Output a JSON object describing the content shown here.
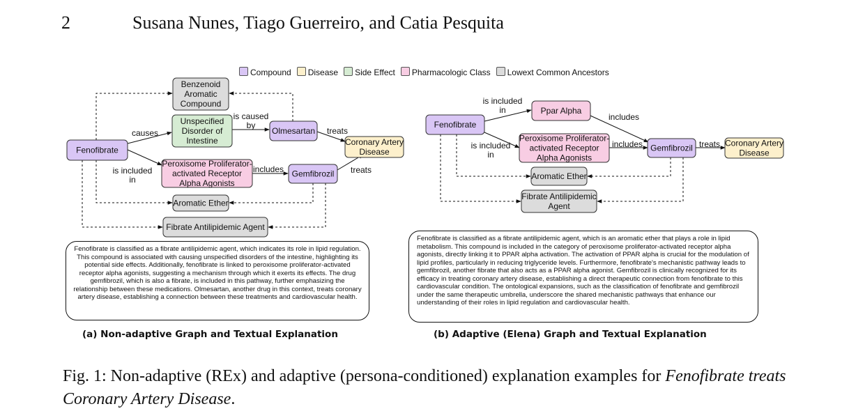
{
  "header": {
    "page_number": "2",
    "authors": "Susana Nunes, Tiago Guerreiro, and Catia Pesquita"
  },
  "legend": [
    {
      "label": "Compound",
      "color": "#d9c6f5"
    },
    {
      "label": "Disease",
      "color": "#fdf0cc"
    },
    {
      "label": "Side Effect",
      "color": "#d6ecd3"
    },
    {
      "label": "Pharmacologic Class",
      "color": "#f8cde3"
    },
    {
      "label": "Lowext Common Ancestors",
      "color": "#dcdcdc"
    }
  ],
  "graph_a": {
    "nodes": {
      "fenofibrate": [
        "Fenofibrate"
      ],
      "benzenoid": [
        "Benzenoid",
        "Aromatic",
        "Compound"
      ],
      "unspecified": [
        "Unspecified",
        "Disorder of",
        "Intestine"
      ],
      "olmesartan": [
        "Olmesartan"
      ],
      "cad": [
        "Coronary Artery",
        "Disease"
      ],
      "ppar": [
        "Peroxisome Proliferator-",
        "activated Receptor",
        "Alpha Agonists"
      ],
      "gemfibrozil": [
        "Gemfibrozil"
      ],
      "aromatic_ether": [
        "Aromatic Ether"
      ],
      "fibrate_agent": [
        "Fibrate Antilipidemic Agent"
      ]
    },
    "edge_labels": {
      "causes": [
        "causes"
      ],
      "is_caused_by": [
        "is caused",
        "by"
      ],
      "treats_olm": [
        "treats"
      ],
      "is_included_in": [
        "is included",
        "in"
      ],
      "includes": [
        "includes"
      ],
      "treats_gem": [
        "treats"
      ]
    }
  },
  "graph_b": {
    "nodes": {
      "fenofibrate": [
        "Fenofibrate"
      ],
      "ppar_alpha": [
        "Ppar Alpha"
      ],
      "ppar_agonists": [
        "Peroxisome Proliferator-",
        "activated Receptor",
        "Alpha Agonists"
      ],
      "gemfibrozil": [
        "Gemfibrozil"
      ],
      "cad": [
        "Coronary Artery",
        "Disease"
      ],
      "aromatic_ether": [
        "Aromatic Ether"
      ],
      "fibrate_agent": [
        "Fibrate Antilipidemic",
        "Agent"
      ]
    },
    "edge_labels": {
      "is_included_in_1": [
        "is included",
        "in"
      ],
      "includes_1": [
        "includes"
      ],
      "is_included_in_2": [
        "is included",
        "in"
      ],
      "includes_2": [
        "includes"
      ],
      "treats": [
        "treats"
      ]
    }
  },
  "explanation_a": "Fenofibrate is classified as a fibrate antilipidemic agent, which indicates its role in lipid regulation. This compound is associated with causing unspecified disorders of the intestine, highlighting its potential side effects. Additionally, fenofibrate is linked to peroxisome proliferator-activated receptor alpha agonists, suggesting a mechanism through which it exerts its effects. The drug gemfibrozil, which is also a fibrate, is included in this pathway, further emphasizing the relationship between these medications. Olmesartan, another drug in this context, treats coronary artery disease, establishing a connection between these treatments and cardiovascular health.",
  "explanation_b": "Fenofibrate is classified as a fibrate antilipidemic agent, which is an aromatic ether that plays a role in lipid metabolism. This compound is included in the category of peroxisome proliferator-activated receptor alpha agonists, directly linking it to PPAR alpha activation. The activation of PPAR alpha is crucial for the modulation of lipid profiles, particularly in reducing triglyceride levels. Furthermore, fenofibrate's mechanistic pathway leads to gemfibrozil, another fibrate that also acts as a PPAR alpha agonist. Gemfibrozil is clinically recognized for its efficacy in treating coronary artery disease, establishing a direct therapeutic connection from fenofibrate to this cardiovascular condition. The ontological expansions, such as the classification of fenofibrate and gemfibrozil under the same therapeutic umbrella, underscore the shared mechanistic pathways that enhance our understanding of their roles in lipid regulation and cardiovascular health.",
  "subcaption_a": "(a) Non-adaptive Graph and Textual Explanation",
  "subcaption_b": "(b) Adaptive (Elena) Graph and Textual Explanation",
  "caption": {
    "prefix": "Fig. 1: Non-adaptive (REx) and adaptive (persona-conditioned) explanation examples for ",
    "italic": "Fenofibrate treats Coronary Artery Disease",
    "suffix": "."
  },
  "colors": {
    "compound": "#d9c6f5",
    "disease": "#fdf0cc",
    "side_effect": "#d6ecd3",
    "pharma_class": "#f8cde3",
    "ancestor": "#dcdcdc"
  }
}
